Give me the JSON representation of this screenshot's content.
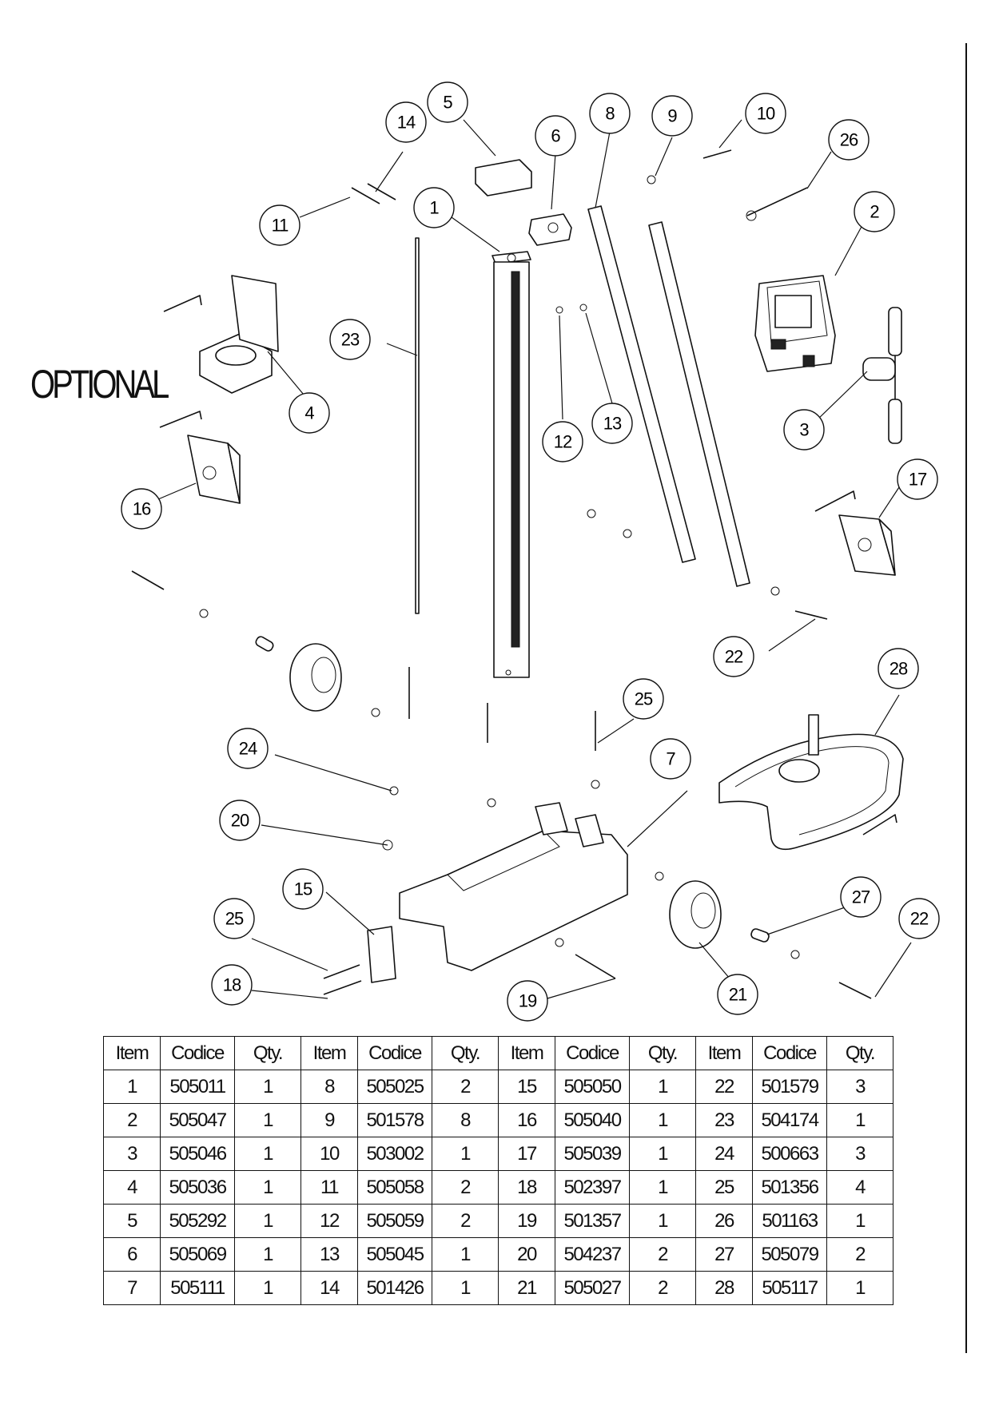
{
  "optional_label": "OPTIONAL",
  "callouts": [
    "1",
    "2",
    "3",
    "4",
    "5",
    "6",
    "7",
    "8",
    "9",
    "10",
    "11",
    "12",
    "13",
    "14",
    "15",
    "16",
    "17",
    "18",
    "19",
    "20",
    "21",
    "22",
    "22",
    "23",
    "24",
    "25",
    "25",
    "26",
    "27",
    "28"
  ],
  "table": {
    "headers": [
      "Item",
      "Codice",
      "Qty.",
      "Item",
      "Codice",
      "Qty.",
      "Item",
      "Codice",
      "Qty.",
      "Item",
      "Codice",
      "Qty."
    ],
    "rows": [
      [
        "1",
        "505011",
        "1",
        "8",
        "505025",
        "2",
        "15",
        "505050",
        "1",
        "22",
        "501579",
        "3"
      ],
      [
        "2",
        "505047",
        "1",
        "9",
        "501578",
        "8",
        "16",
        "505040",
        "1",
        "23",
        "504174",
        "1"
      ],
      [
        "3",
        "505046",
        "1",
        "10",
        "503002",
        "1",
        "17",
        "505039",
        "1",
        "24",
        "500663",
        "3"
      ],
      [
        "4",
        "505036",
        "1",
        "11",
        "505058",
        "2",
        "18",
        "502397",
        "1",
        "25",
        "501356",
        "4"
      ],
      [
        "5",
        "505292",
        "1",
        "12",
        "505059",
        "2",
        "19",
        "501357",
        "1",
        "26",
        "501163",
        "1"
      ],
      [
        "6",
        "505069",
        "1",
        "13",
        "505045",
        "1",
        "20",
        "504237",
        "2",
        "27",
        "505079",
        "2"
      ],
      [
        "7",
        "505111",
        "1",
        "14",
        "501426",
        "1",
        "21",
        "505027",
        "2",
        "28",
        "505117",
        "1"
      ]
    ]
  }
}
